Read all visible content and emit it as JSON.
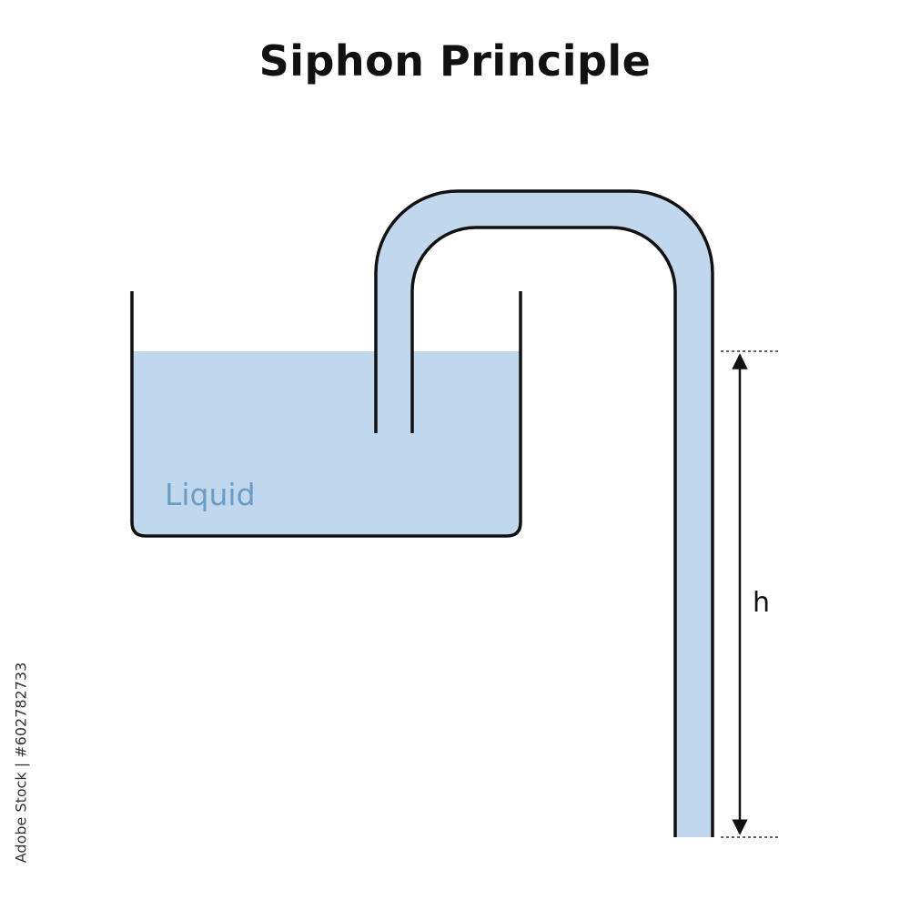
{
  "title": "Siphon Principle",
  "labels": {
    "liquid": "Liquid",
    "height": "h"
  },
  "watermark": "Adobe Stock | #602782733",
  "colors": {
    "liquid_fill": "#c1d7ed",
    "liquid_text": "#6b9cc4",
    "outline": "#111111",
    "guide_line": "#666666"
  }
}
